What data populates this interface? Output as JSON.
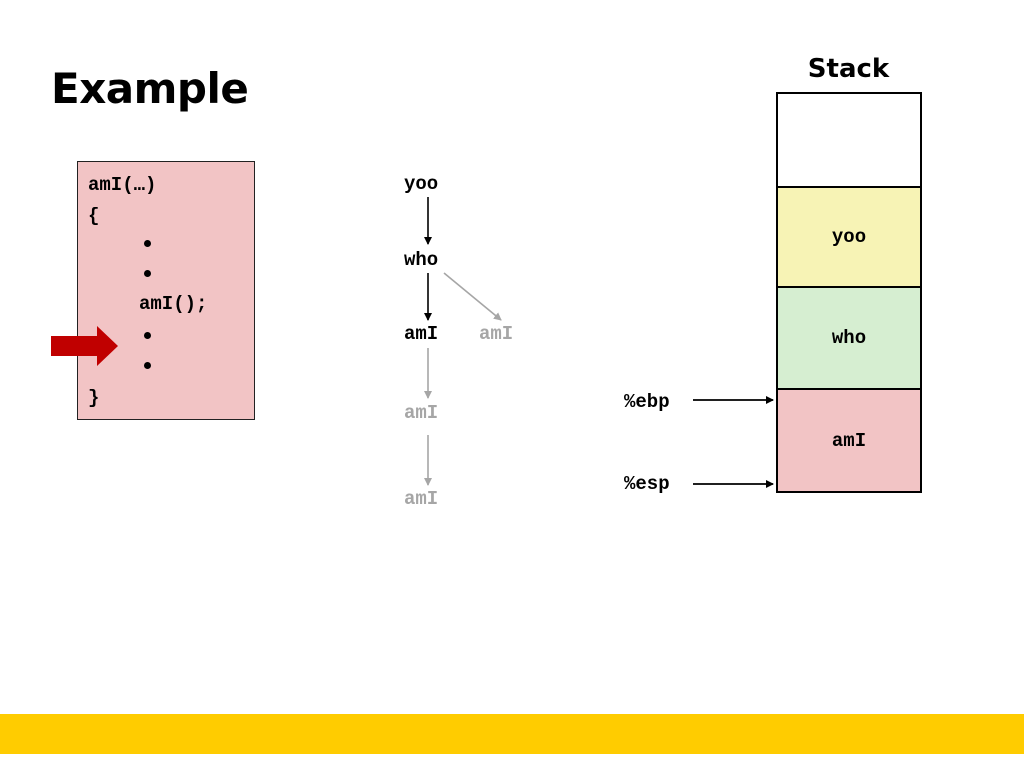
{
  "title": "Example",
  "code": {
    "lines": [
      "amI(…)",
      "{",
      "amI();",
      "}"
    ],
    "bullet_count_before": 2,
    "bullet_count_after": 2,
    "pointer_color": "#c00000",
    "box_color": "#f2c4c5"
  },
  "call_tree": {
    "nodes": [
      "yoo",
      "who",
      "amI",
      "amI",
      "amI",
      "amI"
    ],
    "active_color": "#000000",
    "inactive_color": "#a6a6a6"
  },
  "stack": {
    "title": "Stack",
    "frames": [
      {
        "label": "",
        "color": "#ffffff"
      },
      {
        "label": "yoo",
        "color": "#f7f3b5"
      },
      {
        "label": "who",
        "color": "#d6eed1"
      },
      {
        "label": "amI",
        "color": "#f2c4c5"
      }
    ],
    "registers": [
      "%ebp",
      "%esp"
    ]
  },
  "footer_color": "#ffcc00"
}
